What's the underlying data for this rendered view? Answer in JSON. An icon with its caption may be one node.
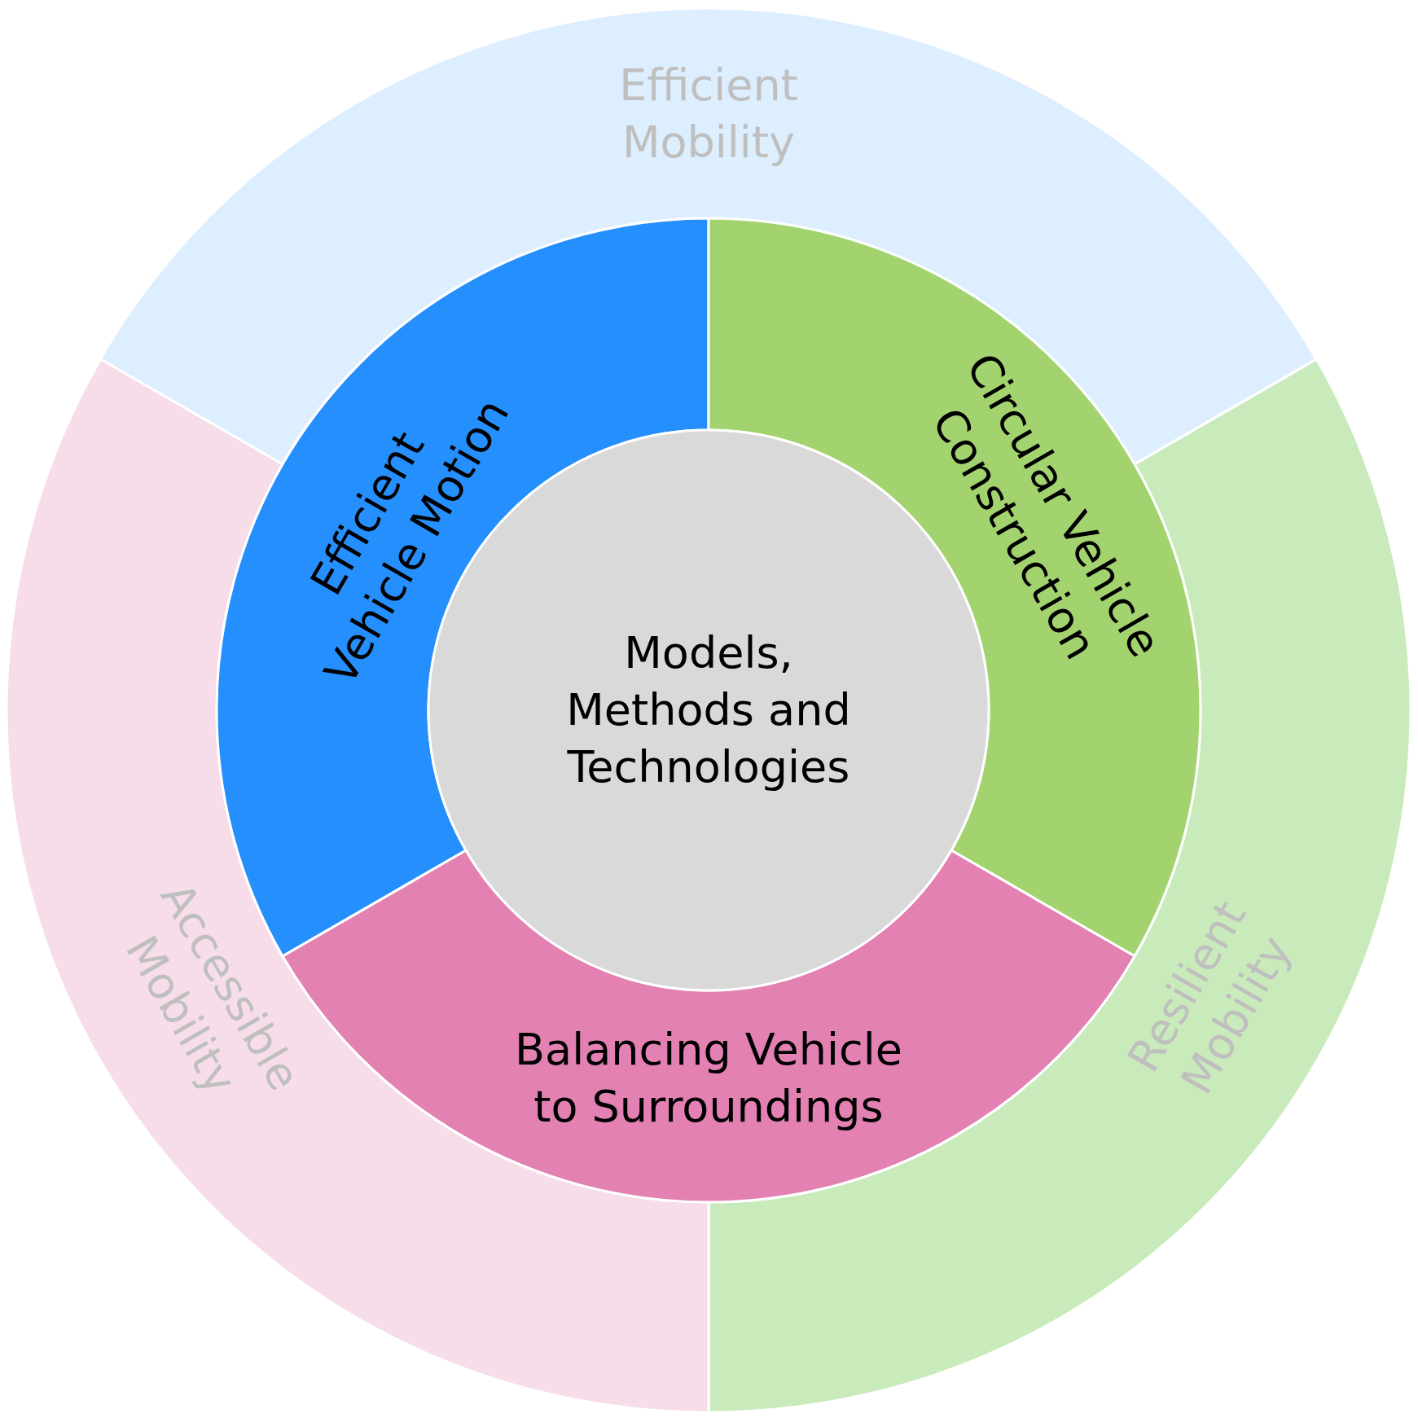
{
  "diagram": {
    "nodes": [
      {
        "text": [
          "Efficient Mobility"
        ]
      },
      {
        "text": [
          "Resilient Mobility"
        ]
      },
      {
        "text": [
          "Accessible Mobility"
        ]
      },
      {
        "text": [
          "Efficient Vehicle Motion"
        ]
      },
      {
        "text": [
          "Circular Vehicle Construction"
        ]
      },
      {
        "text": [
          "Balancing Vehicle to Surroundings"
        ]
      },
      {
        "text": [
          "Models, Methods and Technologies"
        ]
      }
    ]
  }
}
